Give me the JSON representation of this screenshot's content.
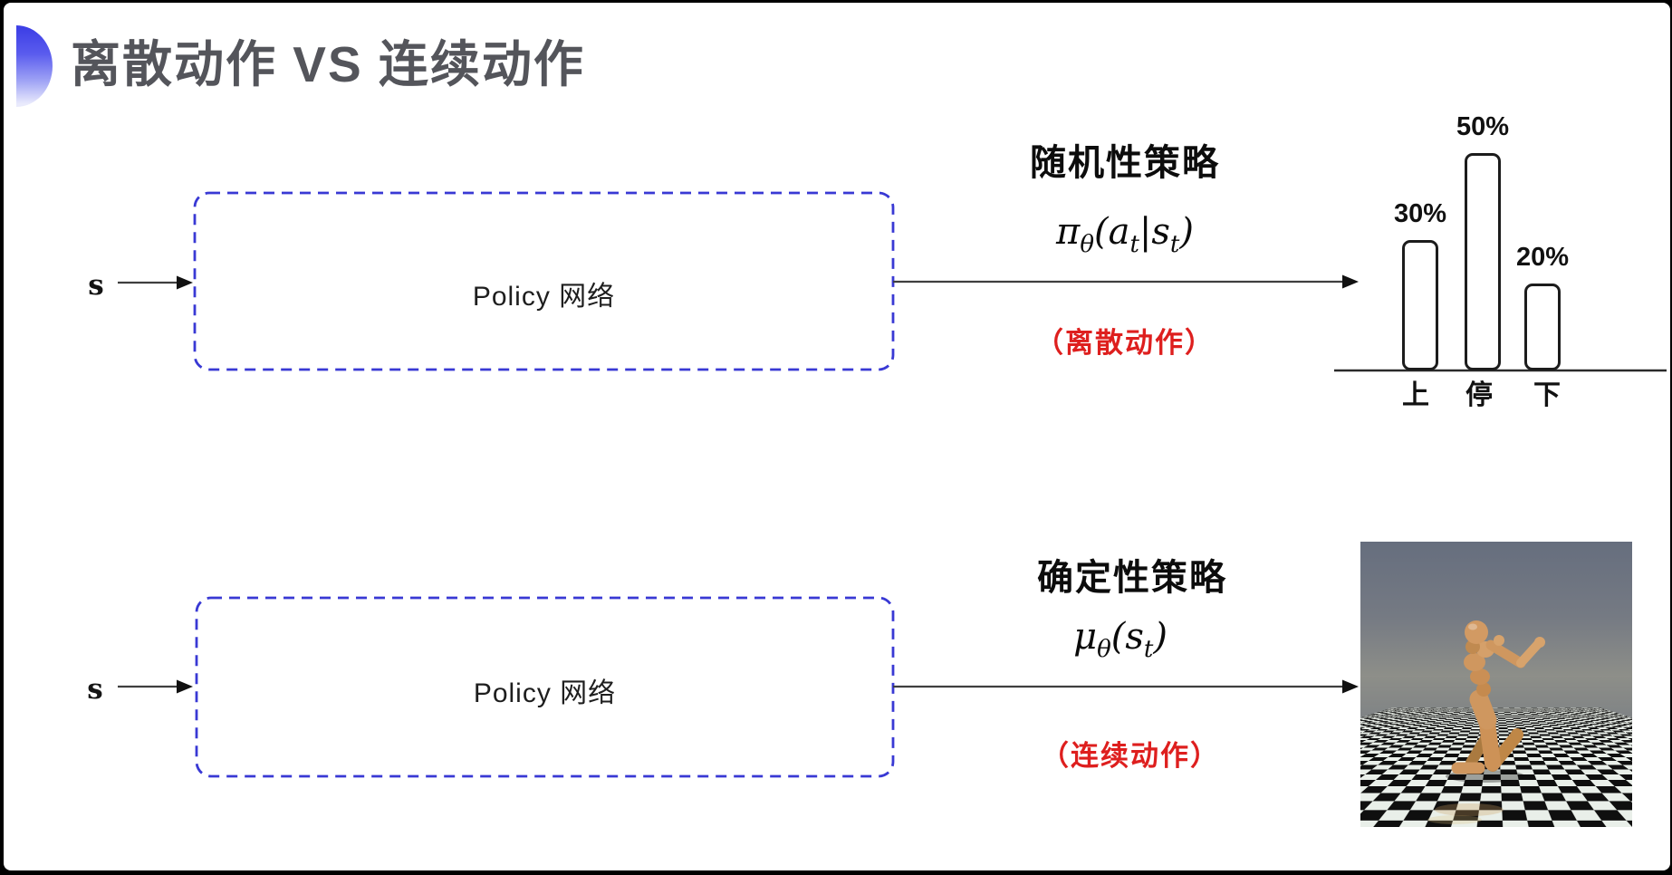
{
  "slide": {
    "title": "离散动作 VS 连续动作"
  },
  "top_flow": {
    "input_label": "s",
    "box_label": "Policy 网络",
    "policy_type_label": "随机性策略",
    "formula": {
      "symbol": "π",
      "symbol_sub": "θ",
      "part1": "(a",
      "sub1": "t",
      "part2": "|s",
      "sub2": "t",
      "part3": ")"
    },
    "action_note": "（离散动作）"
  },
  "bottom_flow": {
    "input_label": "s",
    "box_label": "Policy 网络",
    "policy_type_label": "确定性策略",
    "formula": {
      "symbol": "μ",
      "symbol_sub": "θ",
      "part1": "(s",
      "sub1": "t",
      "part2": ")"
    },
    "action_note": "（连续动作）"
  },
  "chart_data": {
    "type": "bar",
    "title": "",
    "xlabel": "",
    "ylabel": "",
    "categories": [
      "上",
      "停",
      "下"
    ],
    "values": [
      30,
      50,
      20
    ],
    "value_labels": [
      "30%",
      "50%",
      "20%"
    ],
    "ylim": [
      0,
      60
    ],
    "grid": false,
    "legend": "none"
  },
  "colors": {
    "box_dash_blue": "#3939d4",
    "note_red": "#de1f1e",
    "title_gray": "#54555b",
    "bar_stroke": "#1c1c1c",
    "logo_blue": "#3e40e6",
    "arrow_black": "#3f3f3f"
  }
}
